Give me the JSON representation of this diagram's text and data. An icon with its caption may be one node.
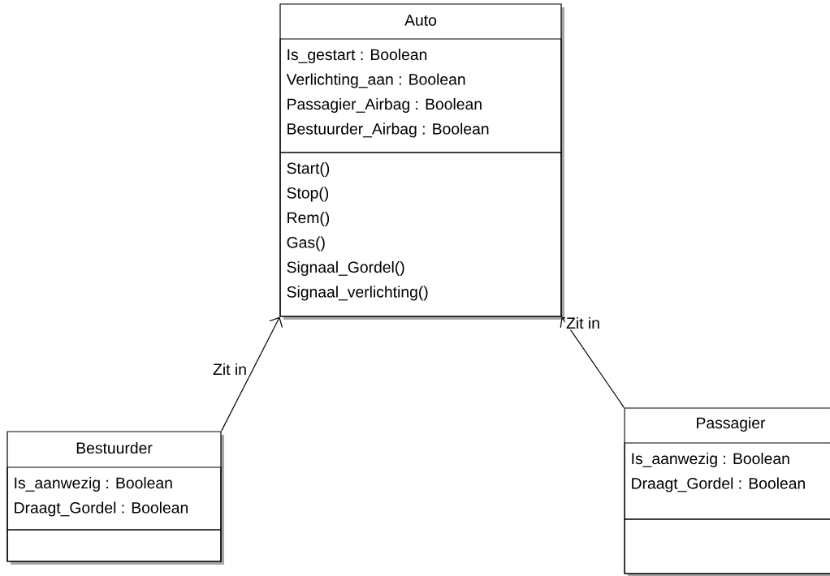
{
  "diagram": {
    "nodes": [
      {
        "text": [
          "Auto"
        ]
      },
      {
        "text": [
          "Is_gestart : Boolean",
          "Verlichting_aan : Boolean",
          "Passagier_Airbag : Boolean",
          "Bestuurder_Airbag : Boolean"
        ],
        "in": 0
      },
      {
        "text": [
          "Start()",
          "Stop()",
          "Rem()",
          "Gas()",
          "Signaal_Gordel()",
          "Signaal_verlichting()"
        ],
        "in": 0
      },
      {
        "text": [
          "Bestuurder"
        ]
      },
      {
        "text": [
          "Is_aanwezig : Boolean",
          "Draagt_Gordel : Boolean"
        ],
        "in": 3
      },
      {
        "text": [],
        "shape": "box",
        "in": 3
      },
      {
        "text": [
          "Passagier"
        ]
      },
      {
        "text": [
          "Is_aanwezig : Boolean",
          "Draagt_Gordel : Boolean"
        ],
        "in": 6
      },
      {
        "text": [],
        "shape": "box",
        "in": 6
      }
    ],
    "edges": [
      {
        "from": 3,
        "to": 0,
        "arrow": "to",
        "label": "Zit in"
      },
      {
        "from": 6,
        "to": 0,
        "arrow": "to",
        "label": "Zit in"
      }
    ]
  }
}
